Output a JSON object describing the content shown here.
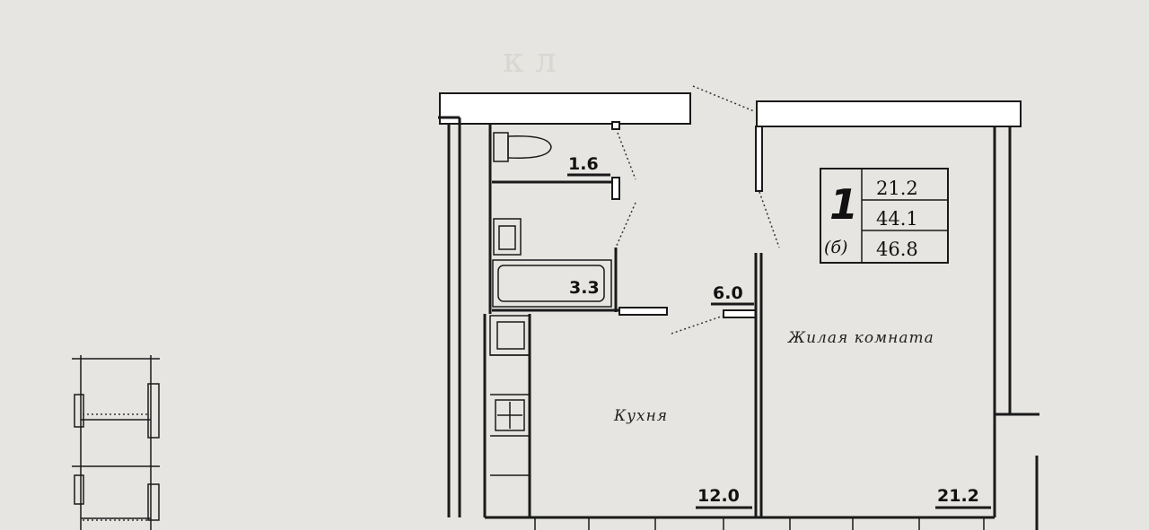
{
  "apartment": {
    "rooms_count": "1",
    "series": "(б)",
    "living_area": "21.2",
    "total_area": "44.1",
    "total_area_with_balcony": "46.8"
  },
  "rooms": {
    "toilet": {
      "area": "1.6"
    },
    "bathroom": {
      "area": "3.3"
    },
    "hallway": {
      "area": "6.0"
    },
    "kitchen": {
      "name": "Кухня",
      "area": "12.0"
    },
    "living": {
      "name": "Жилая комната",
      "area": "21.2"
    }
  },
  "colors": {
    "background": "#e6e5e1",
    "walls": "#1a1a1a"
  }
}
